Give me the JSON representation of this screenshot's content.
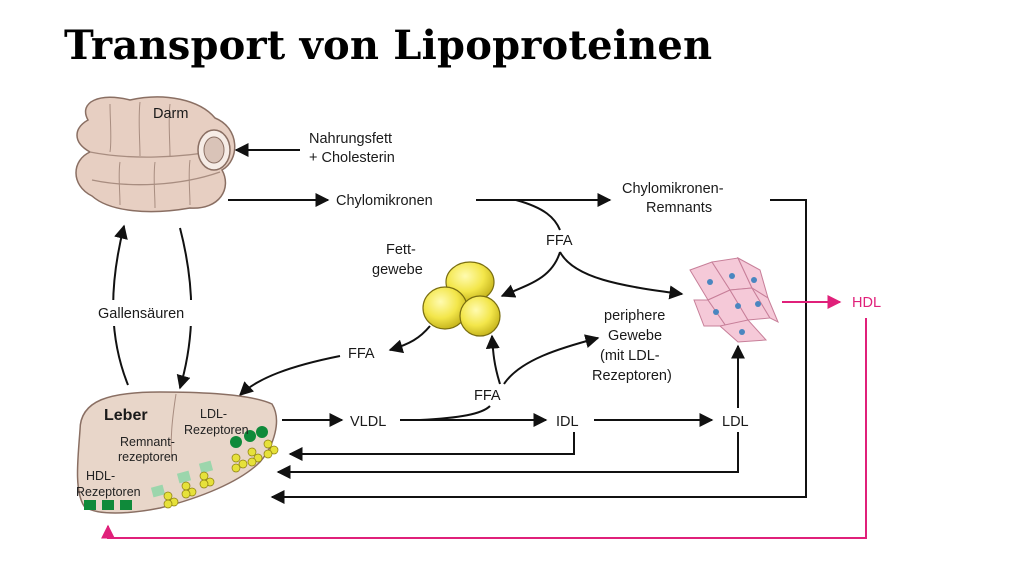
{
  "title": "Transport von Lipoproteinen",
  "labels": {
    "darm": "Darm",
    "nahrung_line1": "Nahrungsfett",
    "nahrung_line2": "+ Cholesterin",
    "chylomikronen": "Chylomikronen",
    "chylo_rem_line1": "Chylomikronen-",
    "chylo_rem_line2": "Remnants",
    "ffa_top": "FFA",
    "fett_line1": "Fett-",
    "fett_line2": "gewebe",
    "gallensaeuren": "Gallensäuren",
    "ffa_left": "FFA",
    "peripher_line1": "periphere",
    "peripher_line2": "Gewebe",
    "peripher_line3": "(mit LDL-",
    "peripher_line4": "Rezeptoren)",
    "ffa_mid": "FFA",
    "hdl": "HDL",
    "leber": "Leber",
    "ldl_rez_line1": "LDL-",
    "ldl_rez_line2": "Rezeptoren",
    "remnant_line1": "Remnant-",
    "remnant_line2": "rezeptoren",
    "hdl_rez_line1": "HDL-",
    "hdl_rez_line2": "Rezeptoren",
    "vldl": "VLDL",
    "idl": "IDL",
    "ldl": "LDL"
  },
  "colors": {
    "arrow": "#111111",
    "hdl_pathway": "#e0207a",
    "intestine": "#e7cfc2",
    "liver": "#e8d6c9",
    "fat_cells": "#f3e74a",
    "receptor_green": "#0f8a3a",
    "lipoprotein_yellow": "#e6e13a"
  }
}
